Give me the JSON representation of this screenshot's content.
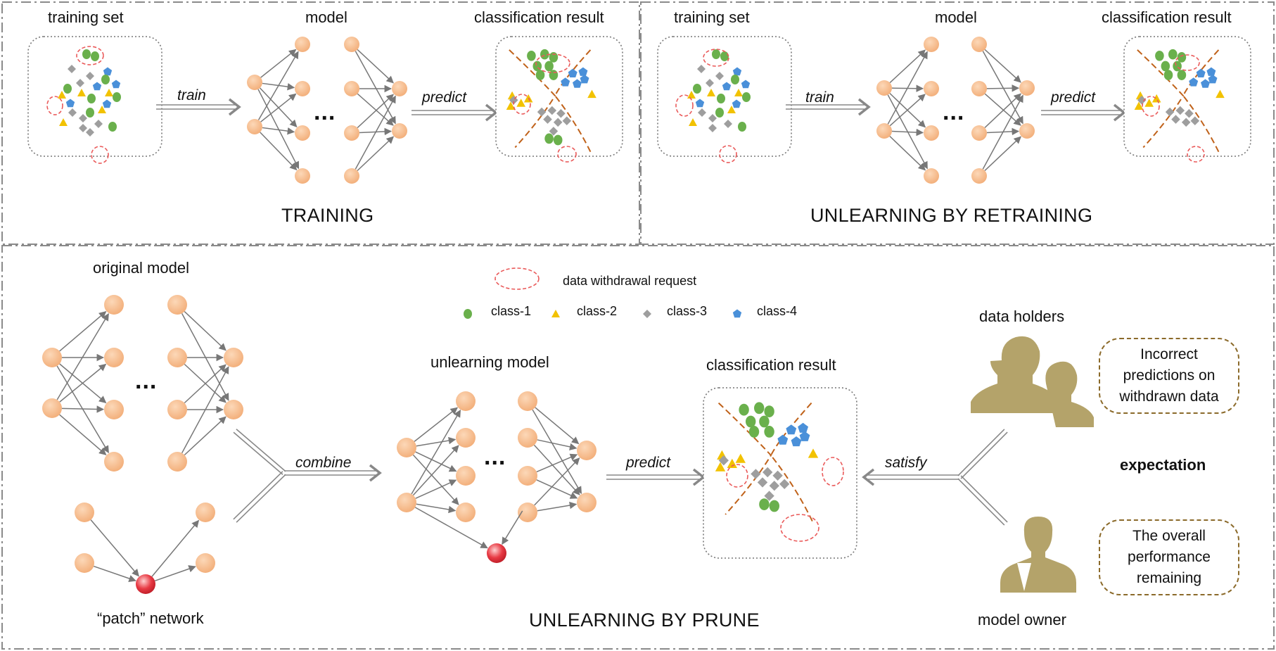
{
  "training_panel": {
    "training_set_label": "training set",
    "model_label": "model",
    "result_label": "classification result",
    "train_label": "train",
    "predict_label": "predict",
    "dots": "...",
    "title": "TRAINING"
  },
  "retraining_panel": {
    "training_set_label": "training set",
    "model_label": "model",
    "result_label": "classification result",
    "train_label": "train",
    "predict_label": "predict",
    "dots": "...",
    "title": "UNLEARNING BY RETRAINING"
  },
  "prune_panel": {
    "original_model_label": "original model",
    "patch_network_label": "“patch” network",
    "combine_label": "combine",
    "unlearning_model_label": "unlearning model",
    "predict_label": "predict",
    "result_label": "classification result",
    "satisfy_label": "satisfy",
    "data_holders_label": "data holders",
    "model_owner_label": "model owner",
    "expectation_label": "expectation",
    "holders_expectation": "Incorrect predictions on withdrawn data",
    "owner_expectation": "The overall performance remaining",
    "dots_original": "...",
    "dots_unlearning": "...",
    "title": "UNLEARNING BY PRUNE"
  },
  "legend": {
    "withdrawal_label": "data withdrawal request",
    "classes": [
      {
        "label": "class-1",
        "shape": "circle",
        "color": "#6ab04c"
      },
      {
        "label": "class-2",
        "shape": "triangle",
        "color": "#f2c200"
      },
      {
        "label": "class-3",
        "shape": "diamond",
        "color": "#9e9e9e"
      },
      {
        "label": "class-4",
        "shape": "pentagon",
        "color": "#4a90d9"
      }
    ]
  },
  "colors": {
    "node": "#f3b07c",
    "patch_node": "#e83a44",
    "boundary": "#c0621a",
    "withdrawal": "#ea5a5a",
    "person": "#b4a36a",
    "panel_border": "#888888"
  }
}
